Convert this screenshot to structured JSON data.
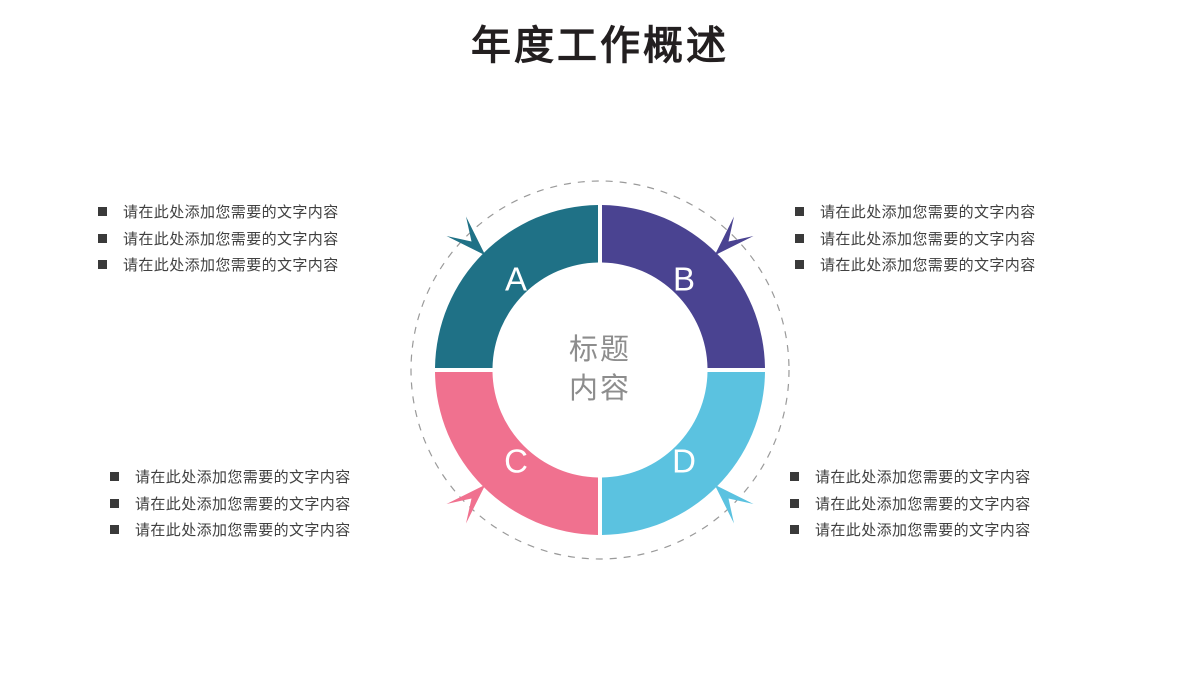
{
  "slide": {
    "title": "年度工作概述",
    "background_color": "#ffffff"
  },
  "diagram": {
    "type": "donut-quadrant",
    "center_label": {
      "line1": "标题",
      "line2": "内容",
      "color": "#8d8d8d"
    },
    "outer_ring": {
      "style": "dashed",
      "color": "#9a9a9a"
    },
    "segments": [
      {
        "id": "A",
        "letter": "A",
        "color": "#1f7186",
        "position": "top-left",
        "arrow_direction": "upper-left"
      },
      {
        "id": "B",
        "letter": "B",
        "color": "#4a4391",
        "position": "top-right",
        "arrow_direction": "upper-right"
      },
      {
        "id": "C",
        "letter": "C",
        "color": "#f0718f",
        "position": "bottom-left",
        "arrow_direction": "lower-left"
      },
      {
        "id": "D",
        "letter": "D",
        "color": "#5bc2e0",
        "position": "bottom-right",
        "arrow_direction": "lower-right"
      }
    ]
  },
  "bullet_groups": {
    "top_left": {
      "segment": "A",
      "items": [
        "请在此处添加您需要的文字内容",
        "请在此处添加您需要的文字内容",
        "请在此处添加您需要的文字内容"
      ]
    },
    "top_right": {
      "segment": "B",
      "items": [
        "请在此处添加您需要的文字内容",
        "请在此处添加您需要的文字内容",
        "请在此处添加您需要的文字内容"
      ]
    },
    "bottom_left": {
      "segment": "C",
      "items": [
        "请在此处添加您需要的文字内容",
        "请在此处添加您需要的文字内容",
        "请在此处添加您需要的文字内容"
      ]
    },
    "bottom_right": {
      "segment": "D",
      "items": [
        "请在此处添加您需要的文字内容",
        "请在此处添加您需要的文字内容",
        "请在此处添加您需要的文字内容"
      ]
    }
  }
}
